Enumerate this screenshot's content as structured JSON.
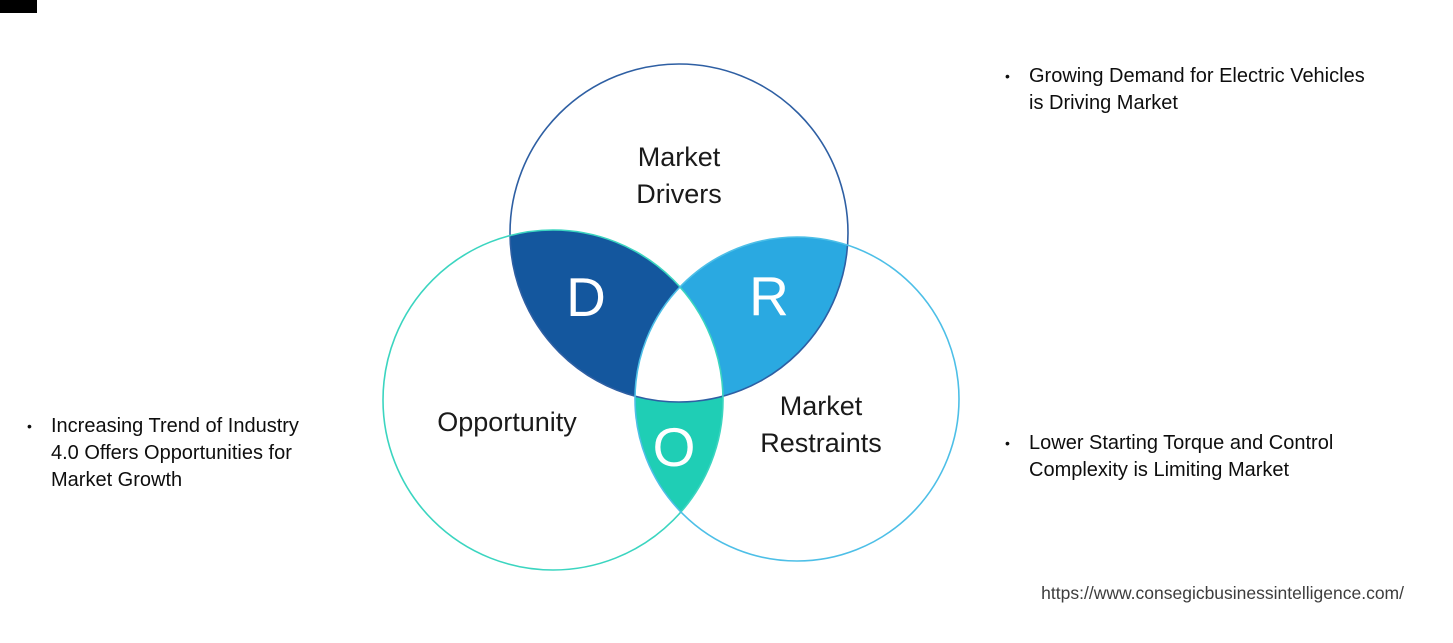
{
  "canvas": {
    "background": "#ffffff",
    "top_left_bar_color": "#000000"
  },
  "venn": {
    "drivers": {
      "lines": [
        "Market",
        "Drivers"
      ],
      "outline_color": "#2e5fa3"
    },
    "opportunity": {
      "label": "Opportunity",
      "outline_color": "#3bd5c0"
    },
    "restraints": {
      "lines": [
        "Market",
        "Restraints"
      ],
      "outline_color": "#4dbfe7"
    },
    "overlap_d": {
      "letter": "D",
      "fill_color": "#14579e"
    },
    "overlap_r": {
      "letter": "R",
      "fill_color": "#2aa9e1"
    },
    "overlap_o": {
      "letter": "O",
      "fill_color": "#1fceb5"
    },
    "label_color": "#1a1a1a",
    "letter_color": "#ffffff"
  },
  "bullets": {
    "driver": {
      "marker": "•",
      "lines": [
        "Growing Demand for Electric Vehicles",
        "is Driving Market"
      ]
    },
    "opportunity": {
      "marker": "•",
      "lines": [
        "Increasing Trend of Industry",
        "4.0 Offers Opportunities for",
        "Market Growth"
      ]
    },
    "restraint": {
      "marker": "•",
      "lines": [
        "Lower Starting Torque and Control",
        "Complexity is Limiting Market"
      ]
    }
  },
  "footer": {
    "source_url": "https://www.consegicbusinessintelligence.com/"
  }
}
